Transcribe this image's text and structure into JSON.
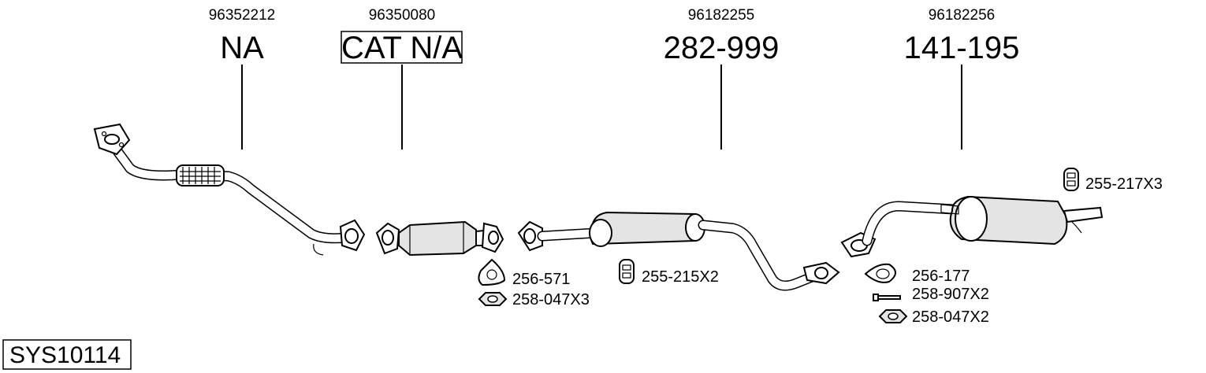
{
  "system_code": "SYS10114",
  "components": [
    {
      "oe_number": "96352212",
      "part_number": "NA",
      "boxed": false
    },
    {
      "oe_number": "96350080",
      "part_number": "CAT N/A",
      "boxed": true
    },
    {
      "oe_number": "96182255",
      "part_number": "282-999",
      "boxed": false
    },
    {
      "oe_number": "96182256",
      "part_number": "141-195",
      "boxed": false
    }
  ],
  "accessories": [
    {
      "part_number": "256-571",
      "icon": "gasket-triangle-icon"
    },
    {
      "part_number": "258-047X3",
      "icon": "nut-icon"
    },
    {
      "part_number": "255-215X2",
      "icon": "rubber-mount-icon"
    },
    {
      "part_number": "256-177",
      "icon": "gasket-oval-icon"
    },
    {
      "part_number": "258-907X2",
      "icon": "bolt-icon"
    },
    {
      "part_number": "258-047X2",
      "icon": "nut-icon"
    },
    {
      "part_number": "255-217X3",
      "icon": "rubber-mount-icon"
    }
  ]
}
